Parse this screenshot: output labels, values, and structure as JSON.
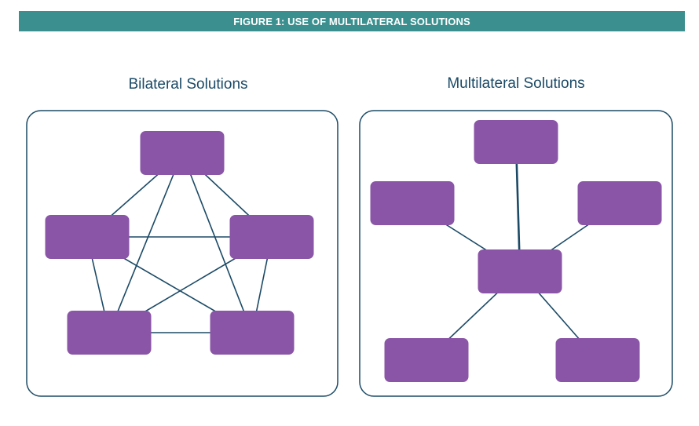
{
  "figure": {
    "banner_title": "FIGURE 1: USE OF MULTILATERAL SOLUTIONS",
    "banner_color": "#3c8f8f"
  },
  "panels": {
    "bilateral": {
      "title": "Bilateral Solutions"
    },
    "multilateral": {
      "title": "Multilateral Solutions"
    }
  },
  "colors": {
    "node_fill": "#8a55a6",
    "edge_color": "#1b4a66",
    "panel_border": "#1b4a66",
    "title_color": "#1b4a66"
  },
  "diagrams": {
    "bilateral": {
      "node_count": 5,
      "topology": "full-mesh",
      "edges": [
        [
          0,
          1
        ],
        [
          0,
          2
        ],
        [
          0,
          3
        ],
        [
          0,
          4
        ],
        [
          1,
          2
        ],
        [
          1,
          3
        ],
        [
          1,
          4
        ],
        [
          2,
          3
        ],
        [
          2,
          4
        ],
        [
          3,
          4
        ]
      ]
    },
    "multilateral": {
      "node_count": 6,
      "topology": "hub-and-spoke",
      "hub": 0,
      "edges": [
        [
          0,
          1
        ],
        [
          0,
          2
        ],
        [
          0,
          3
        ],
        [
          0,
          4
        ],
        [
          0,
          5
        ]
      ]
    }
  }
}
